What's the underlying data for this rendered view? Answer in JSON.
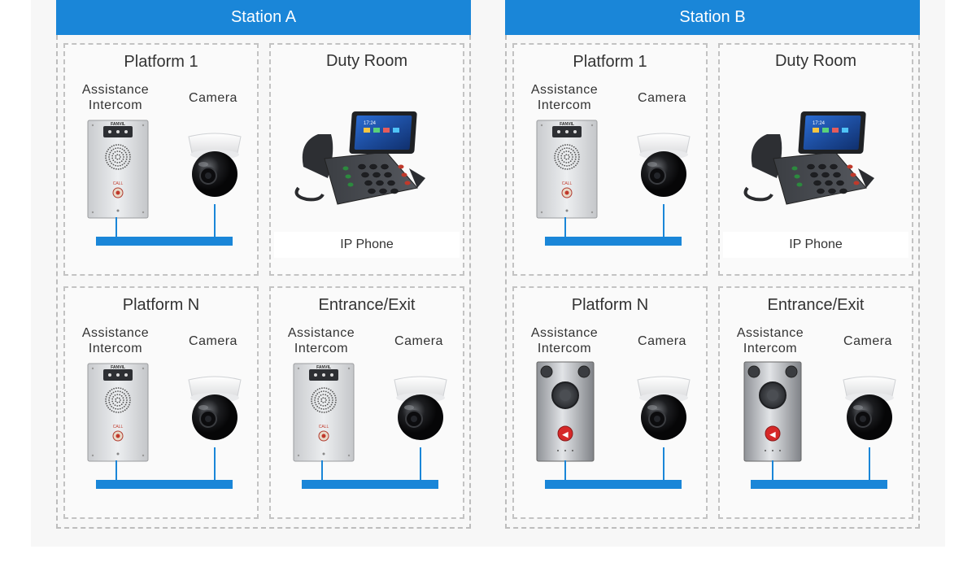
{
  "stations": [
    {
      "name": "Station A",
      "zones": {
        "platform1": {
          "title": "Platform 1",
          "intercom_label": "Assistance\nIntercom",
          "camera_label": "Camera"
        },
        "duty": {
          "title": "Duty Room",
          "phone_label": "IP Phone"
        },
        "platformN": {
          "title": "Platform N",
          "intercom_label": "Assistance\nIntercom",
          "camera_label": "Camera"
        },
        "entrance": {
          "title": "Entrance/Exit",
          "intercom_label": "Assistance\nIntercom",
          "camera_label": "Camera"
        }
      }
    },
    {
      "name": "Station B",
      "zones": {
        "platform1": {
          "title": "Platform 1",
          "intercom_label": "Assistance\nIntercom",
          "camera_label": "Camera"
        },
        "duty": {
          "title": "Duty Room",
          "phone_label": "IP Phone"
        },
        "platformN": {
          "title": "Platform N",
          "intercom_label": "Assistance\nIntercom",
          "camera_label": "Camera"
        },
        "entrance": {
          "title": "Entrance/Exit",
          "intercom_label": "Assistance\nIntercom",
          "camera_label": "Camera"
        }
      }
    }
  ],
  "device_text": {
    "intercom_brand": "FANVIL",
    "call_text": "CALL",
    "phone_screen_time": "17:24"
  },
  "colors": {
    "accent": "#1a86d8",
    "border": "#bdbdbd"
  },
  "icons": [
    "intercom-icon",
    "stainless-intercom-icon",
    "camera-icon",
    "ip-phone-icon"
  ]
}
